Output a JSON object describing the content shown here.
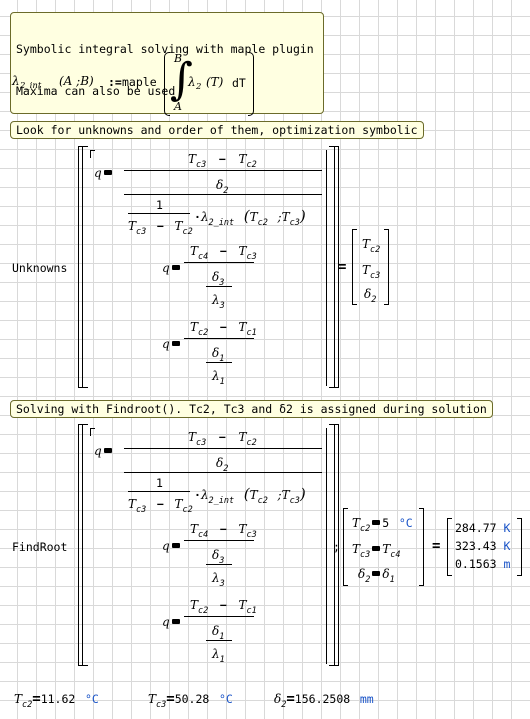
{
  "notes": {
    "intro_line1": "Symbolic integral solving with maple plugin",
    "intro_line2": "Maxima can also be used",
    "unknowns_note": "Look for unknowns and order of them, optimization symbolic",
    "findroot_note": "Solving with Findroot(). Tc2, Tc3 and δ2 is assigned during solution"
  },
  "definition": {
    "func": "λ",
    "func_sub": "2_int",
    "args": "(A ;B)",
    "assign": ":=",
    "maple": "maple",
    "upper": "B",
    "lower": "A",
    "integrand": "λ",
    "integrand_sub": "2",
    "integrand_arg": "(T)",
    "dt": "dT"
  },
  "symbols": {
    "q": "q",
    "T": "T",
    "delta": "δ",
    "lambda": "λ",
    "one": "1",
    "minus": "−",
    "dot": "·",
    "c1": "c1",
    "c2": "c2",
    "c3": "c3",
    "c4": "c4",
    "s1": "1",
    "s2": "2",
    "s3": "3",
    "int_sub": "2_int",
    "semicolon": ";",
    "equals": "="
  },
  "unknowns": {
    "label": "Unknowns",
    "result": [
      "T c2",
      "T c3",
      "δ 2"
    ]
  },
  "findroot": {
    "label": "FindRoot",
    "guess_value": "5",
    "guess_unit": "°C",
    "results": [
      {
        "value": "284.77",
        "unit": "K"
      },
      {
        "value": "323.43",
        "unit": "K"
      },
      {
        "value": "0.1563",
        "unit": "m"
      }
    ]
  },
  "bottom": {
    "tc2_value": "11.62",
    "tc2_unit": "°C",
    "tc3_value": "50.28",
    "tc3_unit": "°C",
    "d2_value": "156.2508",
    "d2_unit": "mm"
  }
}
